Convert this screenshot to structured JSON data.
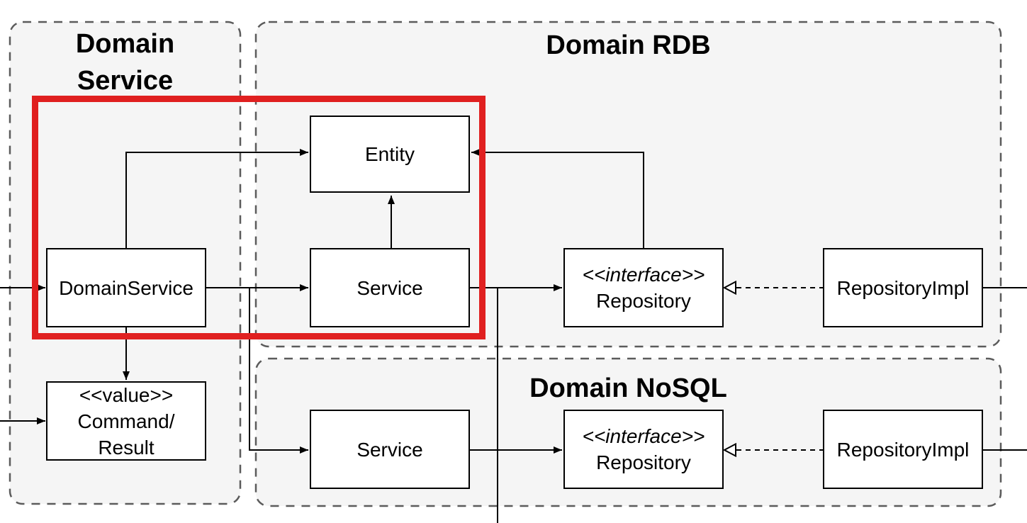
{
  "diagram": {
    "groups": [
      {
        "id": "domain-service",
        "label": "Domain Service"
      },
      {
        "id": "domain-rdb",
        "label": "Domain RDB"
      },
      {
        "id": "domain-nosql",
        "label": "Domain NoSQL"
      }
    ],
    "nodes": {
      "entity": {
        "lines": [
          "Entity"
        ]
      },
      "domain_service": {
        "lines": [
          "DomainService"
        ]
      },
      "service_rdb": {
        "lines": [
          "Service"
        ]
      },
      "repository_rdb": {
        "lines": [
          "<<interface>>",
          "Repository"
        ]
      },
      "repository_impl_rdb": {
        "lines": [
          "RepositoryImpl"
        ]
      },
      "command_result": {
        "lines": [
          "<<value>>",
          "Command/",
          "Result"
        ]
      },
      "service_nosql": {
        "lines": [
          "Service"
        ]
      },
      "repository_nosql": {
        "lines": [
          "<<interface>>",
          "Repository"
        ]
      },
      "repository_impl_nosql": {
        "lines": [
          "RepositoryImpl"
        ]
      }
    },
    "colors": {
      "highlight_red": "#e02020",
      "group_fill": "#f5f5f5",
      "group_border": "#5b5b5b",
      "box_fill": "#ffffff",
      "box_border": "#000000",
      "connector": "#000000"
    }
  }
}
